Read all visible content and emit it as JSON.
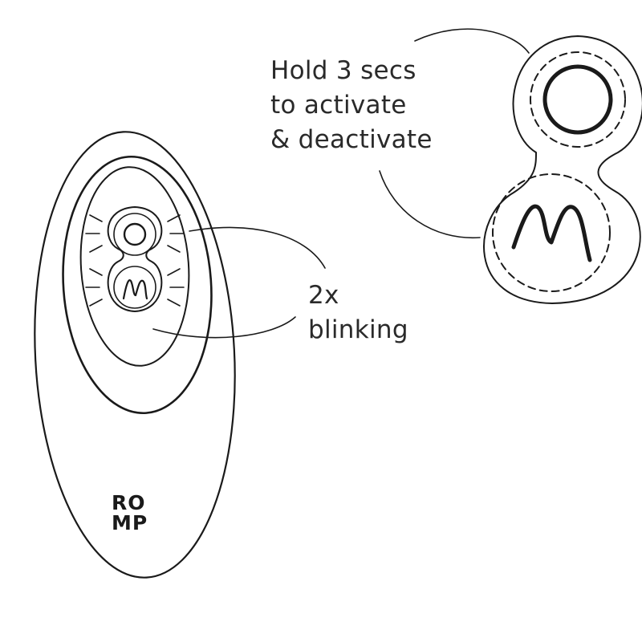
{
  "callouts": {
    "hold": {
      "line1": "Hold 3 secs",
      "line2": "to activate",
      "line3": "& deactivate"
    },
    "blink": {
      "line1": "2x",
      "line2": "blinking"
    }
  },
  "brand": {
    "line1": "RO",
    "line2": "MP"
  },
  "icons": {
    "power_button": "circle-icon",
    "mode_button": "m-wave-icon"
  },
  "colors": {
    "ink": "#1a1a1a",
    "background": "#ffffff"
  }
}
